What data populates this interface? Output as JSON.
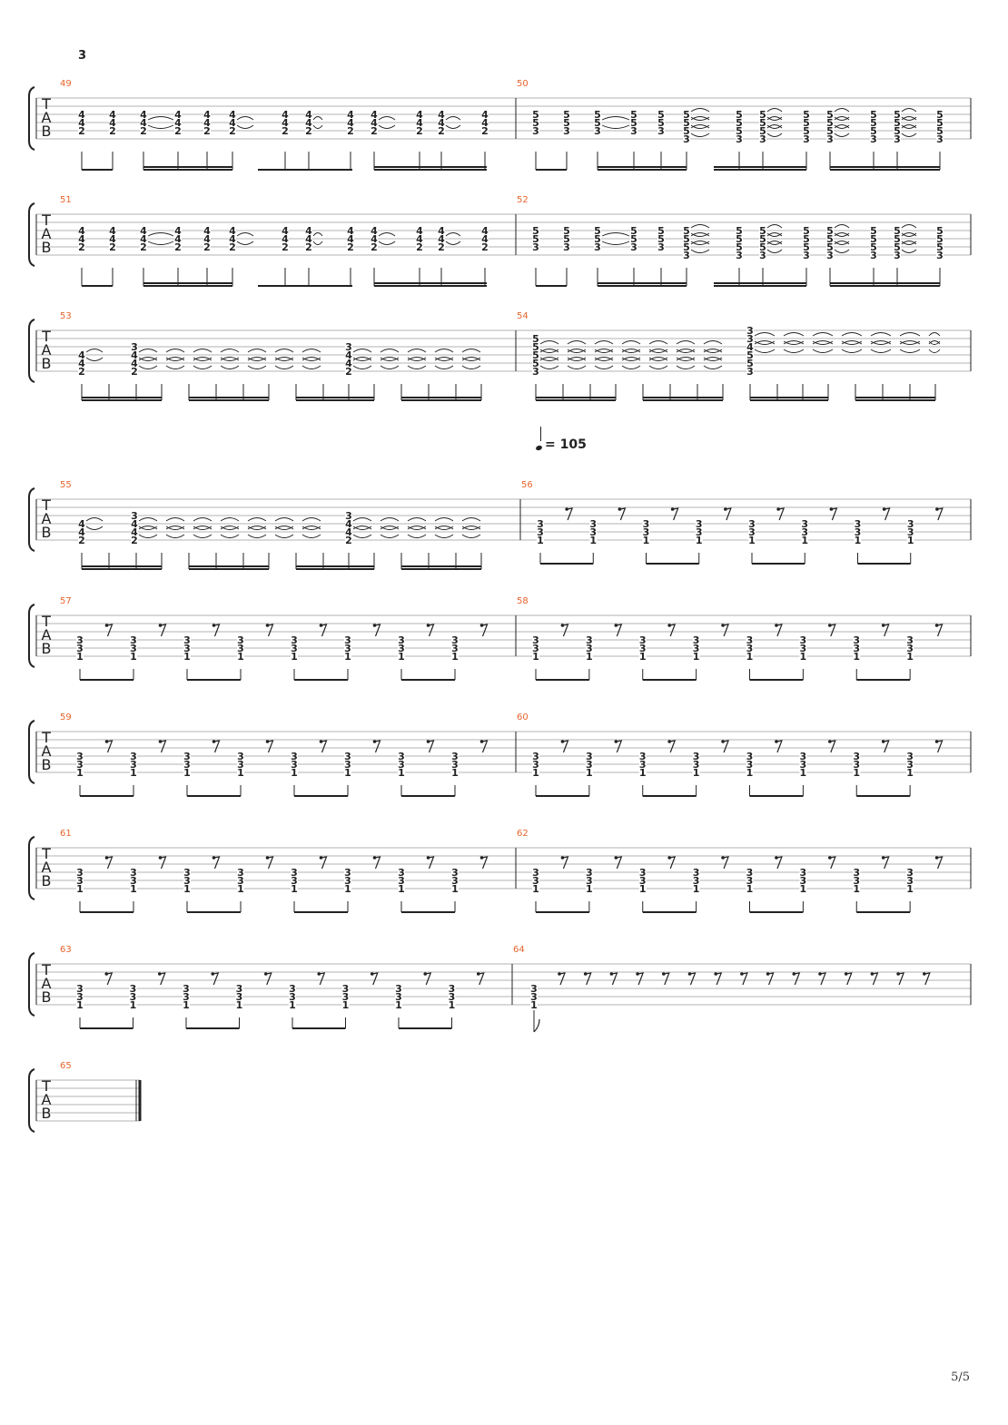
{
  "page": {
    "top_mark": "3",
    "tempo_label": "= 105",
    "page_number": "5/5"
  },
  "clef_letters": [
    "T",
    "A",
    "B"
  ],
  "colors": {
    "measure_number": "#e8642c",
    "ink": "#222222",
    "staff_line": "#9a9a9a"
  },
  "systems": [
    {
      "measures": [
        {
          "number": "49",
          "pattern": "A",
          "chords": [
            [
              "4",
              "4",
              "2"
            ]
          ]
        },
        {
          "number": "50",
          "pattern": "B",
          "chords": [
            [
              "5",
              "5",
              "3"
            ],
            [
              "5",
              "5",
              "5",
              "3"
            ]
          ]
        }
      ]
    },
    {
      "measures": [
        {
          "number": "51",
          "pattern": "A",
          "chords": [
            [
              "4",
              "4",
              "2"
            ]
          ]
        },
        {
          "number": "52",
          "pattern": "B",
          "chords": [
            [
              "5",
              "5",
              "3"
            ],
            [
              "5",
              "5",
              "5",
              "3"
            ]
          ]
        }
      ]
    },
    {
      "measures": [
        {
          "number": "53",
          "pattern": "C",
          "chords": [
            [
              "4",
              "4",
              "2"
            ],
            [
              "3",
              "4",
              "4",
              "2"
            ]
          ]
        },
        {
          "number": "54",
          "pattern": "D",
          "chords": [
            [
              "5",
              "5",
              "5",
              "5",
              "3"
            ],
            [
              "3",
              "3",
              "4",
              "5",
              "5",
              "3"
            ]
          ]
        }
      ]
    },
    {
      "measures": [
        {
          "number": "55",
          "pattern": "C",
          "chords": [
            [
              "4",
              "4",
              "2"
            ],
            [
              "3",
              "4",
              "4",
              "2"
            ]
          ]
        },
        {
          "number": "56",
          "pattern": "E",
          "chords": [
            [
              "3",
              "3",
              "1"
            ]
          ]
        }
      ]
    },
    {
      "measures": [
        {
          "number": "57",
          "pattern": "E",
          "chords": [
            [
              "3",
              "3",
              "1"
            ]
          ]
        },
        {
          "number": "58",
          "pattern": "E",
          "chords": [
            [
              "3",
              "3",
              "1"
            ]
          ]
        }
      ]
    },
    {
      "measures": [
        {
          "number": "59",
          "pattern": "E",
          "chords": [
            [
              "3",
              "3",
              "1"
            ]
          ]
        },
        {
          "number": "60",
          "pattern": "E",
          "chords": [
            [
              "3",
              "3",
              "1"
            ]
          ]
        }
      ]
    },
    {
      "measures": [
        {
          "number": "61",
          "pattern": "E",
          "chords": [
            [
              "3",
              "3",
              "1"
            ]
          ]
        },
        {
          "number": "62",
          "pattern": "E",
          "chords": [
            [
              "3",
              "3",
              "1"
            ]
          ]
        }
      ]
    },
    {
      "measures": [
        {
          "number": "63",
          "pattern": "E",
          "chords": [
            [
              "3",
              "3",
              "1"
            ]
          ]
        },
        {
          "number": "64",
          "pattern": "F",
          "chords": [
            [
              "3",
              "3",
              "1"
            ]
          ]
        }
      ]
    },
    {
      "measures": [
        {
          "number": "65",
          "pattern": "G",
          "chords": []
        }
      ]
    }
  ]
}
